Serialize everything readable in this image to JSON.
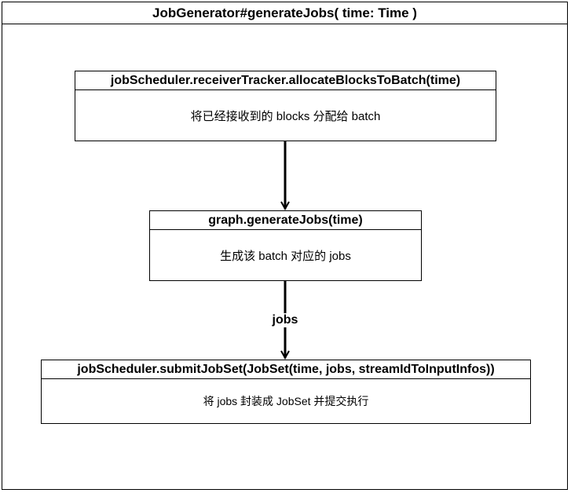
{
  "frame": {
    "title": "JobGenerator#generateJobs( time: Time )"
  },
  "nodes": [
    {
      "header": "jobScheduler.receiverTracker.allocateBlocksToBatch(time)",
      "body": "将已经接收到的 blocks 分配给 batch"
    },
    {
      "header": "graph.generateJobs(time)",
      "body": "生成该 batch 对应的 jobs"
    },
    {
      "header": "jobScheduler.submitJobSet(JobSet(time, jobs, streamIdToInputInfos))",
      "body": "将 jobs 封装成 JobSet 并提交执行"
    }
  ],
  "edges": [
    {
      "from": 0,
      "to": 1,
      "label": ""
    },
    {
      "from": 1,
      "to": 2,
      "label": "jobs"
    }
  ],
  "colors": {
    "stroke": "#000000",
    "background": "#ffffff"
  }
}
